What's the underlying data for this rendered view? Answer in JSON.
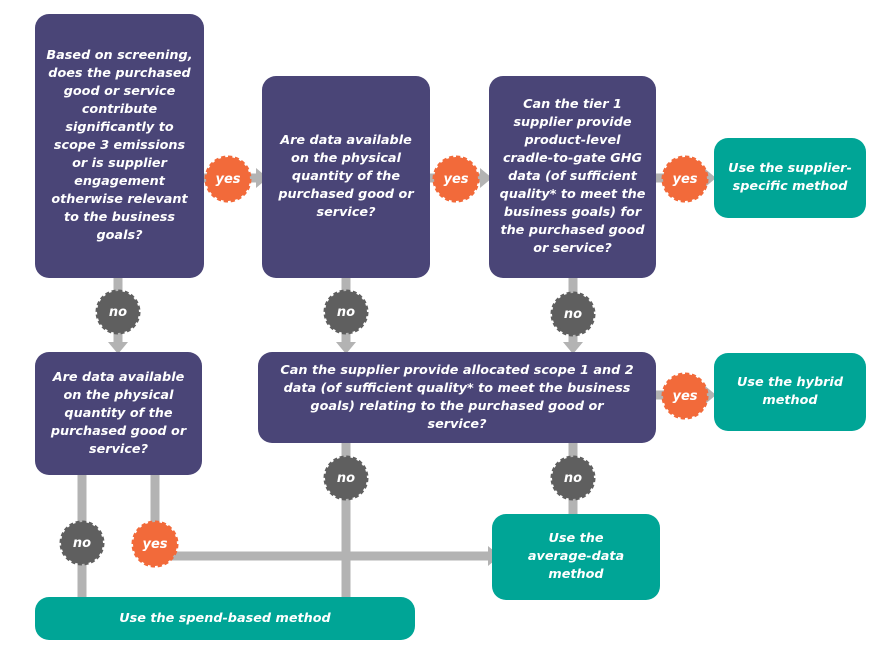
{
  "colors": {
    "question": "#4a4577",
    "method": "#00a596",
    "yes": "#f26a3a",
    "no": "#5f5f5f",
    "connector": "#b3b3b3"
  },
  "questions": {
    "q1": "Based on screening, does the purchased good or service contribute significantly to scope 3 emissions or is supplier engagement otherwise relevant to the business goals?",
    "q2": "Are data available on the physical quantity of the purchased good or service?",
    "q3": "Can the tier 1 supplier provide product-level cradle-to-gate GHG data (of sufficient quality* to meet the business goals) for the purchased good or service?",
    "q4": "Are data available on the physical quantity of the purchased good or service?",
    "q5": "Can the supplier provide allocated scope 1 and 2 data (of sufficient quality* to meet the business goals) relating to the purchased good or service?"
  },
  "methods": {
    "supplier_specific": "Use the supplier-specific method",
    "hybrid": "Use the hybrid method",
    "average_data": "Use the average-data method",
    "spend_based": "Use the spend-based method"
  },
  "badges": {
    "yes": "yes",
    "no": "no"
  }
}
